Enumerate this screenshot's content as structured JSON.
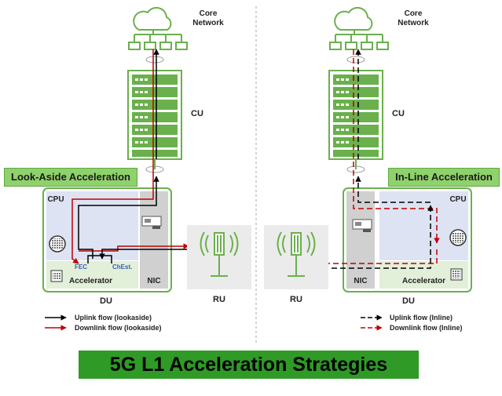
{
  "left": {
    "core_network": [
      "Core",
      "Network"
    ],
    "cu": "CU",
    "title": "Look-Aside Acceleration",
    "cpu": "CPU",
    "fec": "FEC",
    "ch_est": "ChEst.",
    "accelerator": "Accelerator",
    "nic": "NIC",
    "du": "DU",
    "ru": "RU",
    "legend": {
      "uplink": "Uplink flow (lookaside)",
      "downlink": "Downlink flow (lookaside)"
    }
  },
  "right": {
    "core_network": [
      "Core",
      "Network"
    ],
    "cu": "CU",
    "title": "In-Line Acceleration",
    "cpu": "CPU",
    "accelerator": "Accelerator",
    "nic": "NIC",
    "du": "DU",
    "ru": "RU",
    "legend": {
      "uplink": "Uplink flow (Inline)",
      "downlink": "Downlink flow (Inline)"
    }
  },
  "footer_title": "5G L1 Acceleration Strategies",
  "colors": {
    "green": "#6ab04c",
    "banner": "#2f9a26",
    "cpu_fill": "#dde3f3",
    "accel_fill": "#e2efd9",
    "nic_fill": "#d0d0d0",
    "uplink": "#000000",
    "downlink": "#c00000"
  }
}
